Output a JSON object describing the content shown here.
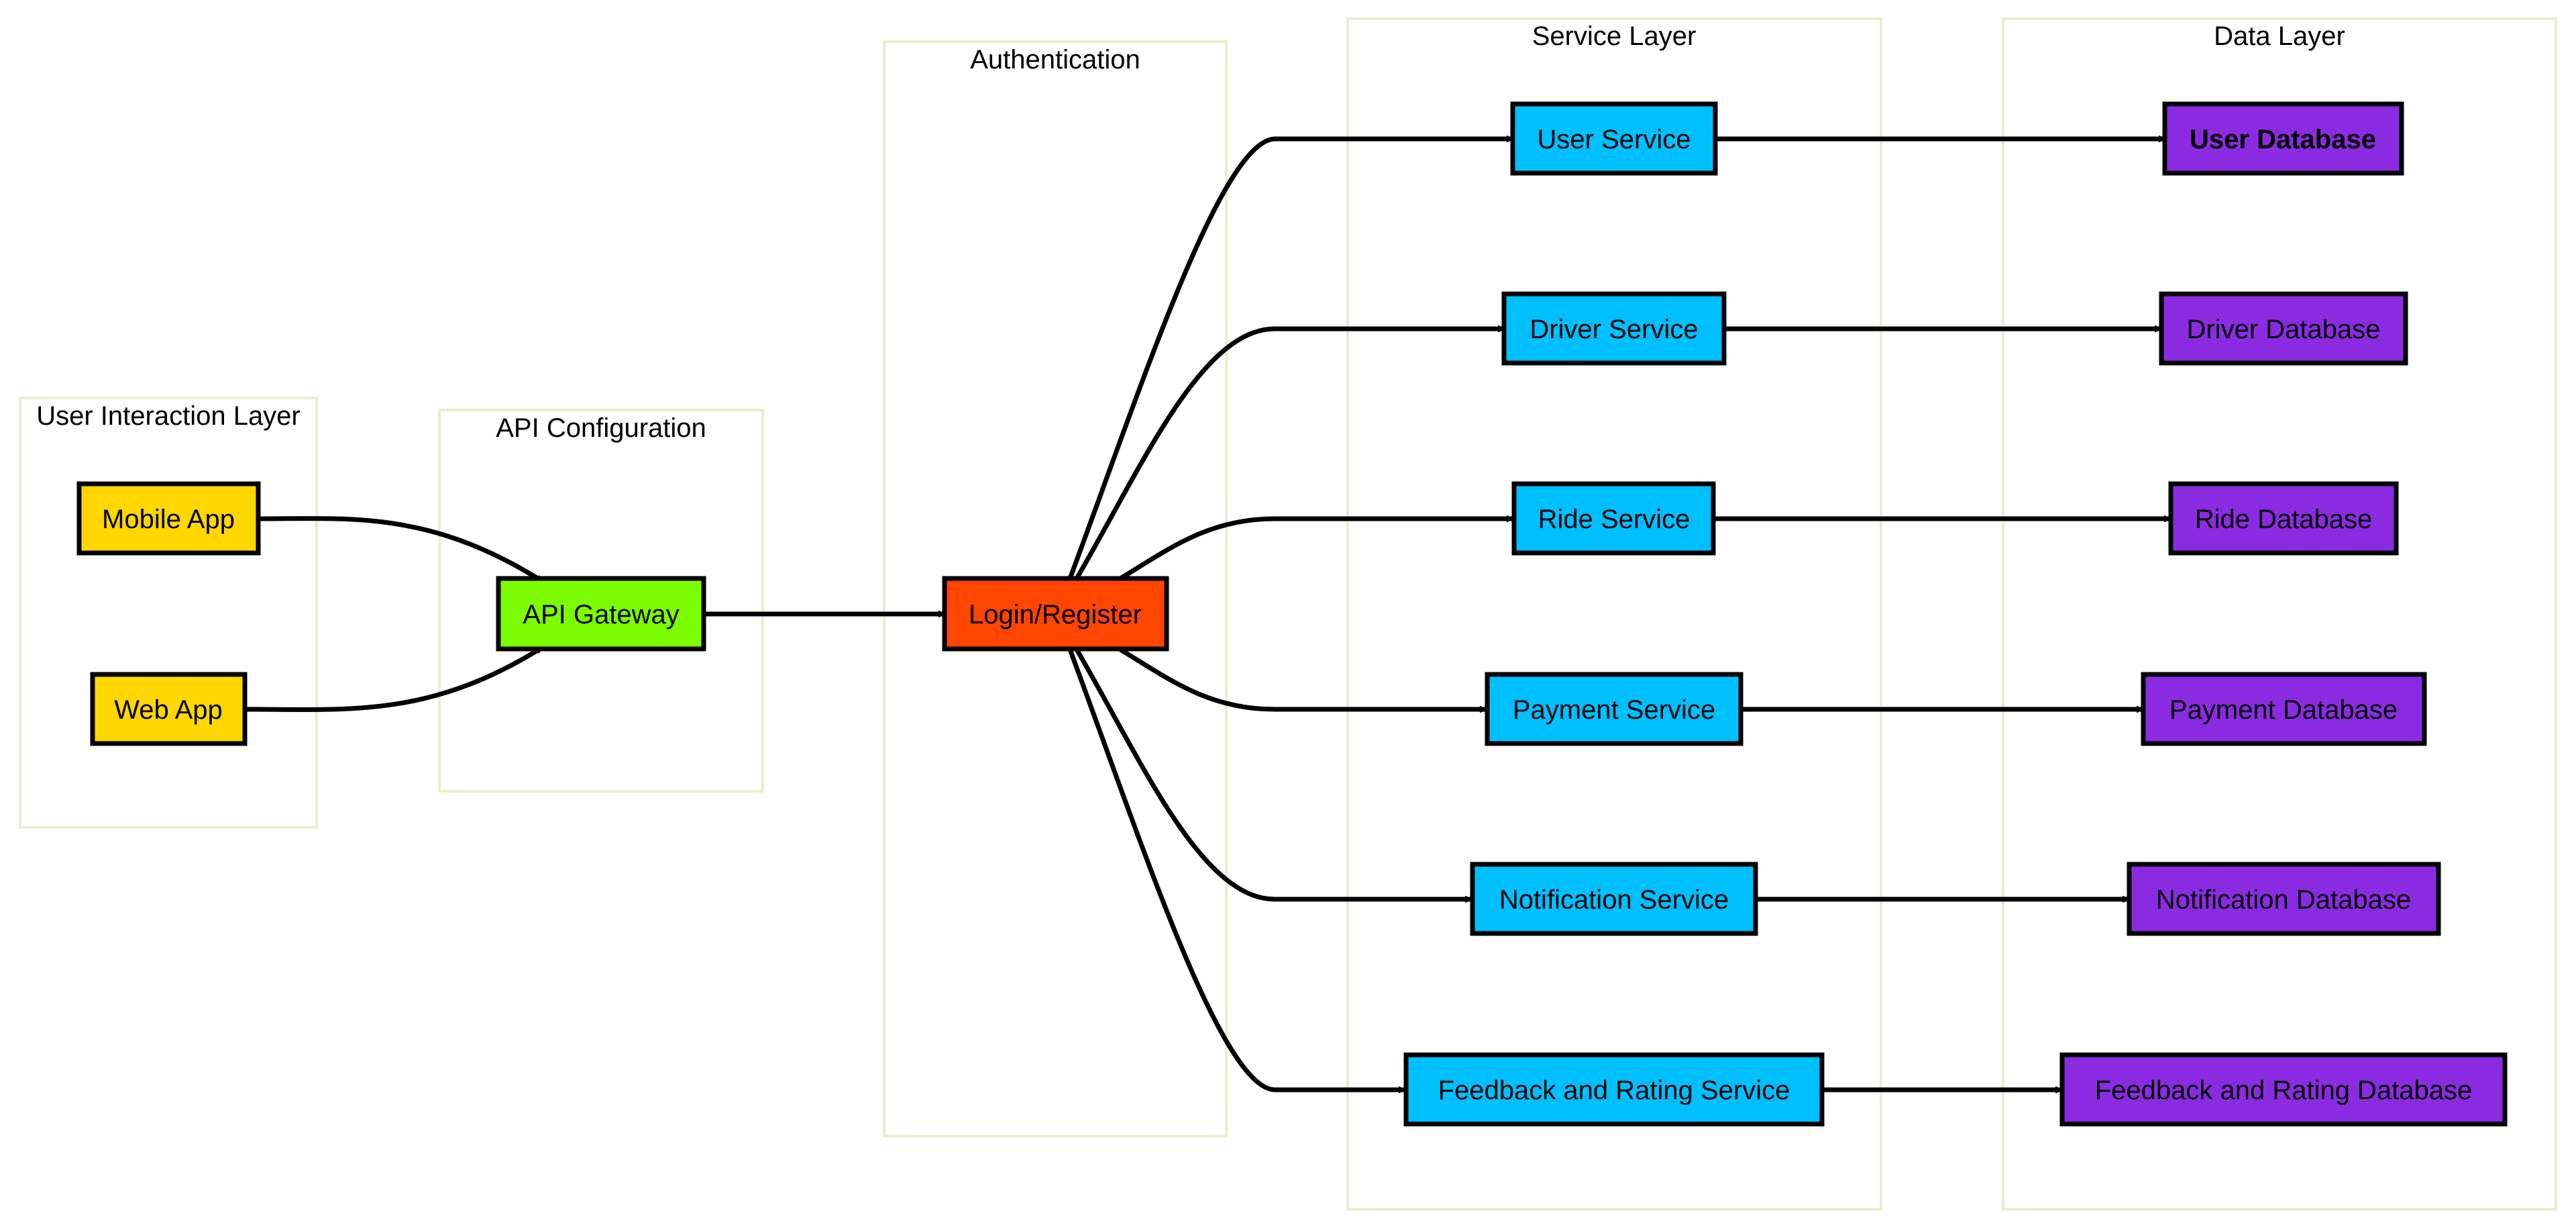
{
  "clusters": [
    {
      "id": "user_interaction",
      "label": "User Interaction Layer"
    },
    {
      "id": "api_configuration",
      "label": "API Configuration"
    },
    {
      "id": "authentication",
      "label": "Authentication"
    },
    {
      "id": "service_layer",
      "label": "Service Layer"
    },
    {
      "id": "data_layer",
      "label": "Data Layer"
    }
  ],
  "nodes": [
    {
      "id": "mobile_app",
      "label": "Mobile App",
      "cluster": "user_interaction",
      "color": "#ffd700"
    },
    {
      "id": "web_app",
      "label": "Web App",
      "cluster": "user_interaction",
      "color": "#ffd700"
    },
    {
      "id": "api_gateway",
      "label": "API Gateway",
      "cluster": "api_configuration",
      "color": "#7cfc00"
    },
    {
      "id": "login_register",
      "label": "Login/Register",
      "cluster": "authentication",
      "color": "#ff4500"
    },
    {
      "id": "user_service",
      "label": "User Service",
      "cluster": "service_layer",
      "color": "#00bfff"
    },
    {
      "id": "driver_service",
      "label": "Driver Service",
      "cluster": "service_layer",
      "color": "#00bfff"
    },
    {
      "id": "ride_service",
      "label": "Ride Service",
      "cluster": "service_layer",
      "color": "#00bfff"
    },
    {
      "id": "payment_service",
      "label": "Payment Service",
      "cluster": "service_layer",
      "color": "#00bfff"
    },
    {
      "id": "notification_service",
      "label": "Notification Service",
      "cluster": "service_layer",
      "color": "#00bfff"
    },
    {
      "id": "feedback_service",
      "label": "Feedback and Rating Service",
      "cluster": "service_layer",
      "color": "#00bfff"
    },
    {
      "id": "user_database",
      "label": "User Database",
      "cluster": "data_layer",
      "color": "#8a2be2",
      "bold": true
    },
    {
      "id": "driver_database",
      "label": "Driver Database",
      "cluster": "data_layer",
      "color": "#8a2be2"
    },
    {
      "id": "ride_database",
      "label": "Ride Database",
      "cluster": "data_layer",
      "color": "#8a2be2"
    },
    {
      "id": "payment_database",
      "label": "Payment Database",
      "cluster": "data_layer",
      "color": "#8a2be2"
    },
    {
      "id": "notification_database",
      "label": "Notification Database",
      "cluster": "data_layer",
      "color": "#8a2be2"
    },
    {
      "id": "feedback_database",
      "label": "Feedback and Rating Database",
      "cluster": "data_layer",
      "color": "#8a2be2"
    }
  ],
  "edges": [
    {
      "from": "mobile_app",
      "to": "api_gateway"
    },
    {
      "from": "web_app",
      "to": "api_gateway"
    },
    {
      "from": "api_gateway",
      "to": "login_register"
    },
    {
      "from": "login_register",
      "to": "user_service"
    },
    {
      "from": "login_register",
      "to": "driver_service"
    },
    {
      "from": "login_register",
      "to": "ride_service"
    },
    {
      "from": "login_register",
      "to": "payment_service"
    },
    {
      "from": "login_register",
      "to": "notification_service"
    },
    {
      "from": "login_register",
      "to": "feedback_service"
    },
    {
      "from": "user_service",
      "to": "user_database"
    },
    {
      "from": "driver_service",
      "to": "driver_database"
    },
    {
      "from": "ride_service",
      "to": "ride_database"
    },
    {
      "from": "payment_service",
      "to": "payment_database"
    },
    {
      "from": "notification_service",
      "to": "notification_database"
    },
    {
      "from": "feedback_service",
      "to": "feedback_database"
    }
  ]
}
